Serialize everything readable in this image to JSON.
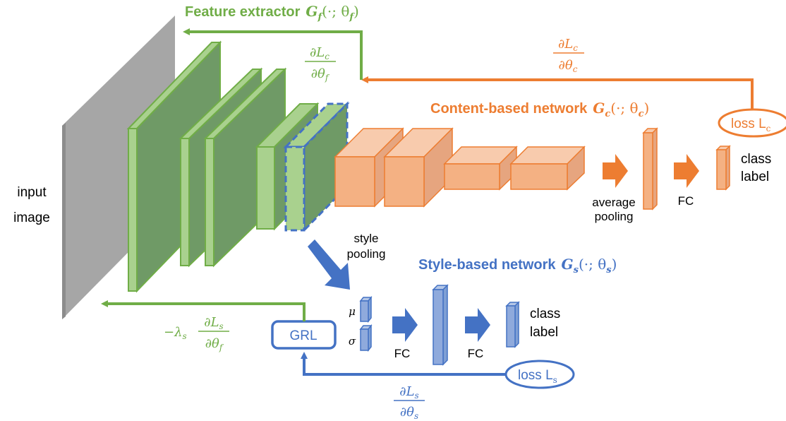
{
  "colors": {
    "green_face": "#6f9a66",
    "green_light": "#a9d18e",
    "green_dark": "#70ad47",
    "green_label": "#70ad47",
    "gray": "#a6a6a6",
    "orange_fill": "#f4b183",
    "orange_line": "#ed7d31",
    "blue_fill": "#8faadc",
    "blue_line": "#4472c4"
  },
  "labels": {
    "input_image_l1": "input",
    "input_image_l2": "image",
    "feature_extractor": "Feature extractor",
    "feature_extractor_math": "G",
    "feature_extractor_sub": "f",
    "feature_extractor_args": "(·; θ",
    "feature_extractor_args_sub": "f",
    "feature_extractor_close": ")",
    "grad_c_f_num": "∂L",
    "grad_c_f_num_sub": "c",
    "grad_c_f_den": "∂θ",
    "grad_c_f_den_sub": "f",
    "grad_c_c_num": "∂L",
    "grad_c_c_num_sub": "c",
    "grad_c_c_den": "∂θ",
    "grad_c_c_den_sub": "c",
    "content_network": "Content-based  network",
    "content_math": "G",
    "content_sub": "c",
    "content_args": "(·; θ",
    "content_args_sub": "c",
    "content_close": ")",
    "loss_c": "loss L",
    "loss_c_sub": "c",
    "class_label_c_l1": "class",
    "class_label_c_l2": "label",
    "average_pooling_l1": "average",
    "average_pooling_l2": "pooling",
    "fc_c": "FC",
    "style_pooling_l1": "style",
    "style_pooling_l2": "pooling",
    "style_network": "Style-based  network",
    "style_math": "G",
    "style_sub": "s",
    "style_args": "(·; θ",
    "style_args_sub": "s",
    "style_close": ")",
    "mu": "μ",
    "sigma": "σ",
    "fc_s1": "FC",
    "fc_s2": "FC",
    "class_label_s_l1": "class",
    "class_label_s_l2": "label",
    "loss_s": "loss L",
    "loss_s_sub": "s",
    "grl": "GRL",
    "grad_s_f_prefix": "−λ",
    "grad_s_f_prefix_sub": "s",
    "grad_s_f_num": "∂L",
    "grad_s_f_num_sub": "s",
    "grad_s_f_den": "∂θ",
    "grad_s_f_den_sub": "f",
    "grad_s_s_num": "∂L",
    "grad_s_s_num_sub": "s",
    "grad_s_s_den": "∂θ",
    "grad_s_s_den_sub": "s"
  }
}
